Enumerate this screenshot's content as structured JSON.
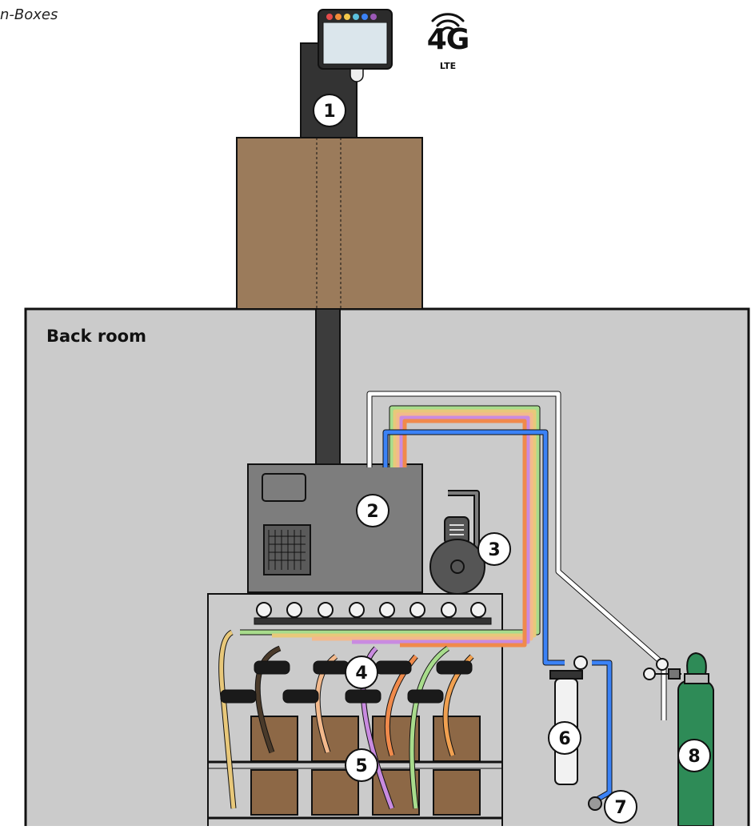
{
  "caption": "n-Boxes",
  "room_label": "Back room",
  "network": {
    "main": "4G",
    "sub": "LTE",
    "icon": "wifi-signal-icon"
  },
  "callouts": [
    "1",
    "2",
    "3",
    "4",
    "5",
    "6",
    "7",
    "8"
  ],
  "colors": {
    "box": "#9b7b5b",
    "room": "#cbcbcb",
    "cylinder": "#2e8b57",
    "line_blue": "#3b82f6",
    "line_white": "#ffffff",
    "lines": [
      "#e8c87a",
      "#4a3a2a",
      "#f3b98c",
      "#c98be0",
      "#f08a4b",
      "#a8dc8c",
      "#f0a050"
    ]
  }
}
